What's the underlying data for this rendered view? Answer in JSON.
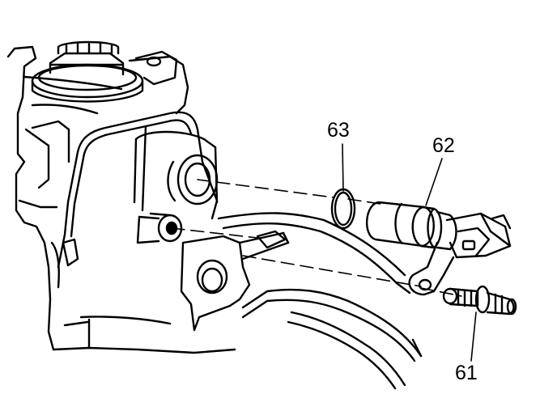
{
  "callouts": {
    "c63": "63",
    "c62": "62",
    "c61": "61"
  },
  "colors": {
    "ink": "#000000",
    "paper": "#ffffff"
  }
}
